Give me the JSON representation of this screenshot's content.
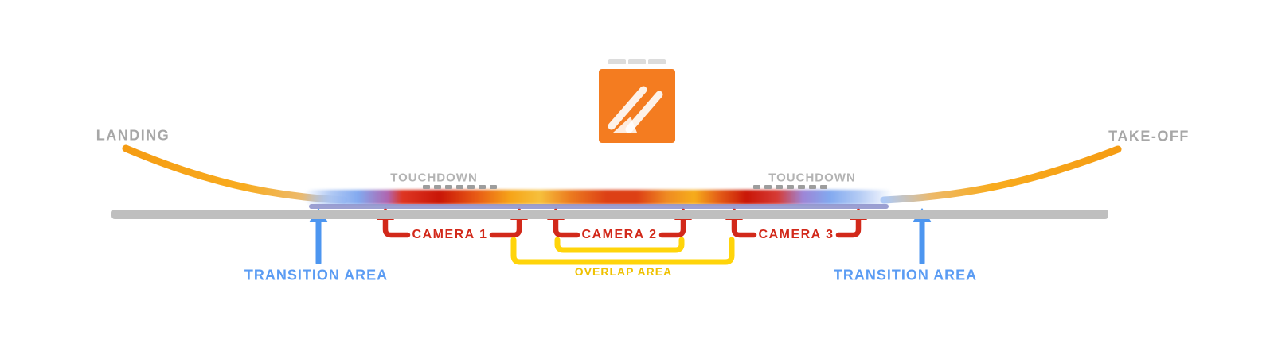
{
  "logo": {
    "name": "runway-monitoring-logo",
    "brand_color": "#f47c20"
  },
  "flight_path": {
    "left_label": "LANDING",
    "right_label": "TAKE-OFF"
  },
  "runway": {
    "touchdown_left_label": "TOUCHDOWN",
    "touchdown_right_label": "TOUCHDOWN"
  },
  "cameras": {
    "camera_1_label": "CAMERA 1",
    "camera_2_label": "CAMERA 2",
    "camera_3_label": "CAMERA 3",
    "overlap_label": "OVERLAP AREA"
  },
  "transition": {
    "left_label": "TRANSITION AREA",
    "right_label": "TRANSITION AREA"
  },
  "colors": {
    "curve_orange": "#f59c13",
    "heat_red": "#c91607",
    "heat_yellow": "#f6c03c",
    "heat_blue": "#82a9ef",
    "runway_gray": "#bfbfbf",
    "periwinkle_stripe": "#9196cd",
    "camera_red": "#d2291a",
    "overlap_yellow": "#ffd40a",
    "transition_blue": "#5b9cf3",
    "label_gray": "#a7a7a7"
  }
}
